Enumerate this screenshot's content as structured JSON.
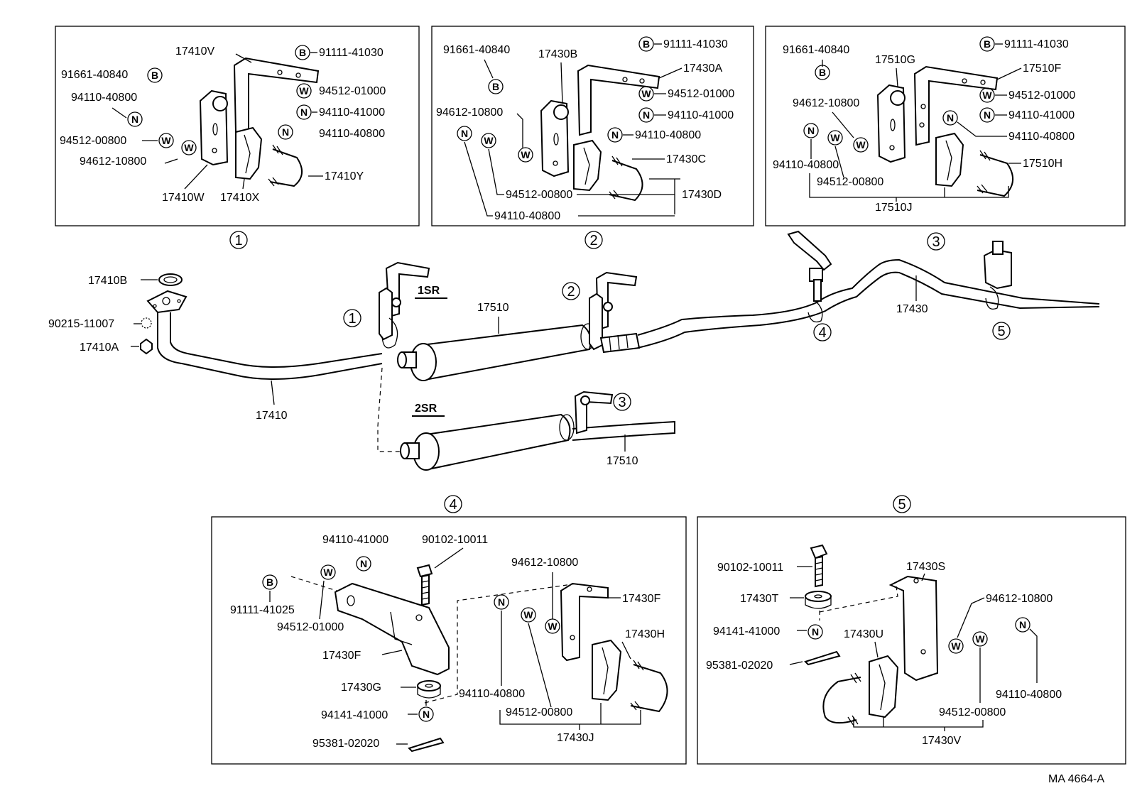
{
  "diagram": {
    "sections": {
      "s1": {
        "marker": "1"
      },
      "s2": {
        "marker": "2"
      },
      "s3": {
        "marker": "3"
      },
      "s4": {
        "marker": "4"
      },
      "s5": {
        "marker": "5"
      }
    },
    "symbols": {
      "bolt": "B",
      "washer": "W",
      "nut": "N"
    },
    "panel1": {
      "bracket": "17410V",
      "bolt": "91111-41030",
      "washer_top": "94512-01000",
      "nut_top": "94110-41000",
      "nut_right": "94110-40800",
      "bolt_left": "91661-40840",
      "nut_left": "94110-40800",
      "washer_left": "94512-00800",
      "washer_low": "94612-10800",
      "ubolt": "17410Y",
      "plate_w": "17410W",
      "plate_x": "17410X"
    },
    "panel2": {
      "bolt_left": "91661-40840",
      "bush": "17430B",
      "bolt": "91111-41030",
      "bracket": "17430A",
      "washer_top": "94512-01000",
      "nut_top": "94110-41000",
      "washer_left": "94612-10800",
      "nut_mid": "94110-40800",
      "ubolt": "17430C",
      "washer_low": "94512-00800",
      "clamp": "17430D",
      "nut_low": "94110-40800"
    },
    "panel3": {
      "bolt_left": "91661-40840",
      "bush": "17510G",
      "bolt": "91111-41030",
      "bracket": "17510F",
      "washer_top": "94512-01000",
      "nut_top": "94110-41000",
      "washer_left": "94612-10800",
      "nut_mid": "94110-40800",
      "nut_left": "94110-40800",
      "washer_low": "94512-00800",
      "ubolt": "17510H",
      "clamp": "17510J"
    },
    "main": {
      "gasket": "17410B",
      "spring": "90215-11007",
      "nut": "17410A",
      "front_pipe": "17410",
      "variant1": "1SR",
      "muffler1": "17510",
      "variant2": "2SR",
      "muffler2": "17510",
      "tail_pipe": "17430"
    },
    "panel4": {
      "nut_top": "94110-41000",
      "bolt_top": "90102-10011",
      "bolt_b": "91111-41025",
      "washer_a": "94512-01000",
      "bracket": "17430F",
      "cushion": "17430G",
      "nut_low": "94141-41000",
      "pin": "95381-02020",
      "washer_top2": "94612-10800",
      "bracket2": "17430F",
      "clamp_h": "17430H",
      "nut_mid": "94110-40800",
      "washer_mid": "94512-00800",
      "assy": "17430J"
    },
    "panel5": {
      "bolt": "90102-10011",
      "bracket": "17430S",
      "cushion": "17430T",
      "washer_right": "94612-10800",
      "nut_left": "94141-41000",
      "clamp_u": "17430U",
      "pin": "95381-02020",
      "nut_right": "94110-40800",
      "washer_low": "94512-00800",
      "assy": "17430V"
    },
    "code": "MA 4664-A"
  }
}
